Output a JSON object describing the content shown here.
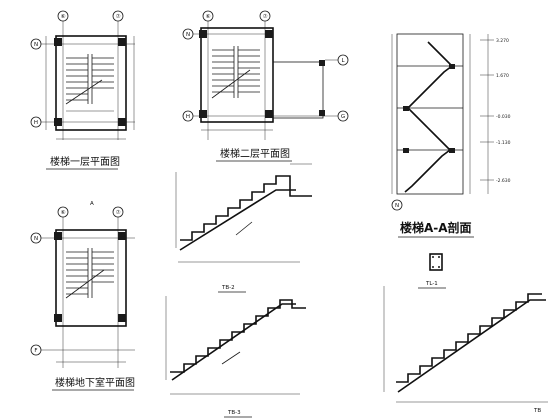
{
  "drawings": {
    "plan1": {
      "title": "楼梯一层平面图",
      "axes": [
        "⑥",
        "⑦",
        "N",
        "H"
      ]
    },
    "plan2": {
      "title": "楼梯二层平面图",
      "axes": [
        "⑥",
        "⑦",
        "N",
        "L",
        "H",
        "G"
      ]
    },
    "plan3": {
      "title": "楼梯地下室平面图",
      "axes": [
        "⑥",
        "⑦",
        "N",
        "F"
      ],
      "section_mark": "A"
    },
    "section": {
      "title": "楼梯A-A剖面",
      "axis": "N",
      "elevations": [
        "3.270",
        "1.670",
        "-0.030",
        "-1.130",
        "-2.630"
      ]
    },
    "tb2": {
      "title": "TB-2"
    },
    "tb3": {
      "title": "TB-3"
    },
    "tl1": {
      "title": "TL-1"
    },
    "tb4": {
      "title": "TB"
    }
  },
  "colors": {
    "ink": "#1a1a1a",
    "paper": "#ffffff"
  }
}
